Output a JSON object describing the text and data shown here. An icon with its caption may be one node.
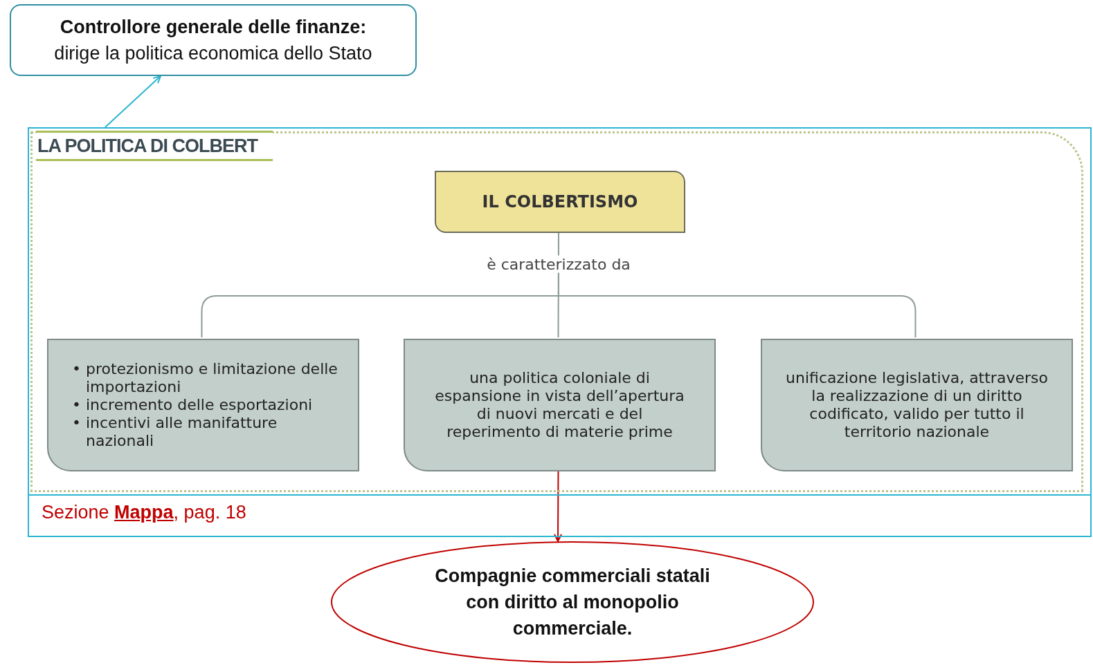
{
  "diagram": {
    "nodes": [
      {
        "text": [
          "Controllore generale delle finanze:",
          "dirige la politica economica dello Stato"
        ]
      },
      {
        "text": [
          "LA POLITICA DI COLBERT",
          "Sezione **Mappa**, pag. 18"
        ]
      },
      {
        "text": [
          "IL COLBERTISMO"
        ],
        "in": 1
      },
      {
        "text": [
          "• protezionismo e limitazione delle importazioni",
          "• incremento delle esportazioni",
          "• incentivi alle manifatture nazionali"
        ],
        "in": 1
      },
      {
        "text": [
          "una politica coloniale di espansione in vista dell’apertura di nuovi mercati e del reperimento di materie prime"
        ],
        "in": 1
      },
      {
        "text": [
          "unificazione legislativa, attraverso la realizzazione di un diritto codificato, valido per tutto il territorio nazionale"
        ],
        "in": 1
      },
      {
        "text": [
          "Compagnie commerciali statali con diritto al monopolio commerciale."
        ]
      }
    ],
    "edges": [
      {
        "from": 1,
        "to": 0,
        "arrow": "to",
        "color": "#2bb5d1"
      },
      {
        "from": 2,
        "to": 3,
        "arrow": "none"
      },
      {
        "from": 2,
        "to": 4,
        "arrow": "none",
        "label": "è caratterizzato da"
      },
      {
        "from": 2,
        "to": 5,
        "arrow": "none"
      },
      {
        "from": 4,
        "to": 6,
        "arrow": "to",
        "color": "#c00000"
      }
    ]
  }
}
